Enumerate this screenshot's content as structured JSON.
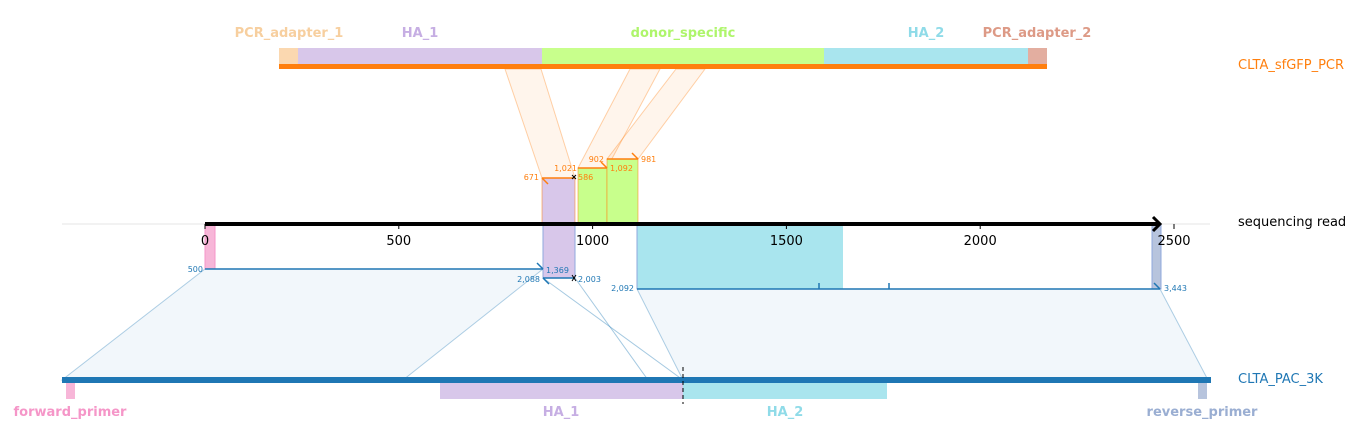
{
  "tracks": {
    "top": {
      "name": "CLTA_sfGFP_PCR",
      "color": "#ff7f0e"
    },
    "read": {
      "name": "sequencing read",
      "color": "#000000"
    },
    "bottom": {
      "name": "CLTA_PAC_3K",
      "color": "#1f77b4"
    }
  },
  "top_features": [
    {
      "name": "PCR_adapter_1",
      "color": "#fbd8b0",
      "label_color": "#f7cf9f"
    },
    {
      "name": "HA_1",
      "color": "#d8c7ea",
      "label_color": "#c6aee3"
    },
    {
      "name": "donor_specific",
      "color": "#c8ff8c",
      "label_color": "#aef56b"
    },
    {
      "name": "HA_2",
      "color": "#a9e5ee",
      "label_color": "#8fdbe8"
    },
    {
      "name": "PCR_adapter_2",
      "color": "#e3aea0",
      "label_color": "#dd9a86"
    }
  ],
  "bottom_features": [
    {
      "name": "forward_primer",
      "color": "#f7b6d8",
      "label_color": "#f596c8"
    },
    {
      "name": "HA_1",
      "color": "#d8c7ea",
      "label_color": "#c6aee3"
    },
    {
      "name": "HA_2",
      "color": "#a9e5ee",
      "label_color": "#8fdbe8"
    },
    {
      "name": "reverse_primer",
      "color": "#b7c4dd",
      "label_color": "#9aaed2"
    }
  ],
  "axis": {
    "ticks": [
      "0",
      "500",
      "1000",
      "1500",
      "2000",
      "2500"
    ],
    "tick_values": [
      0,
      500,
      1000,
      1500,
      2000,
      2500
    ]
  },
  "alignments": {
    "top": [
      {
        "labels": [
          "671",
          "1,021",
          "586"
        ]
      },
      {
        "labels": [
          "902",
          "1,092"
        ]
      },
      {
        "labels": [
          "981"
        ]
      }
    ],
    "bottom": [
      {
        "labels": [
          "500",
          "1,369"
        ]
      },
      {
        "labels": [
          "2,088",
          "2,003"
        ]
      },
      {
        "labels": [
          "2,092",
          "3,443"
        ]
      }
    ]
  }
}
